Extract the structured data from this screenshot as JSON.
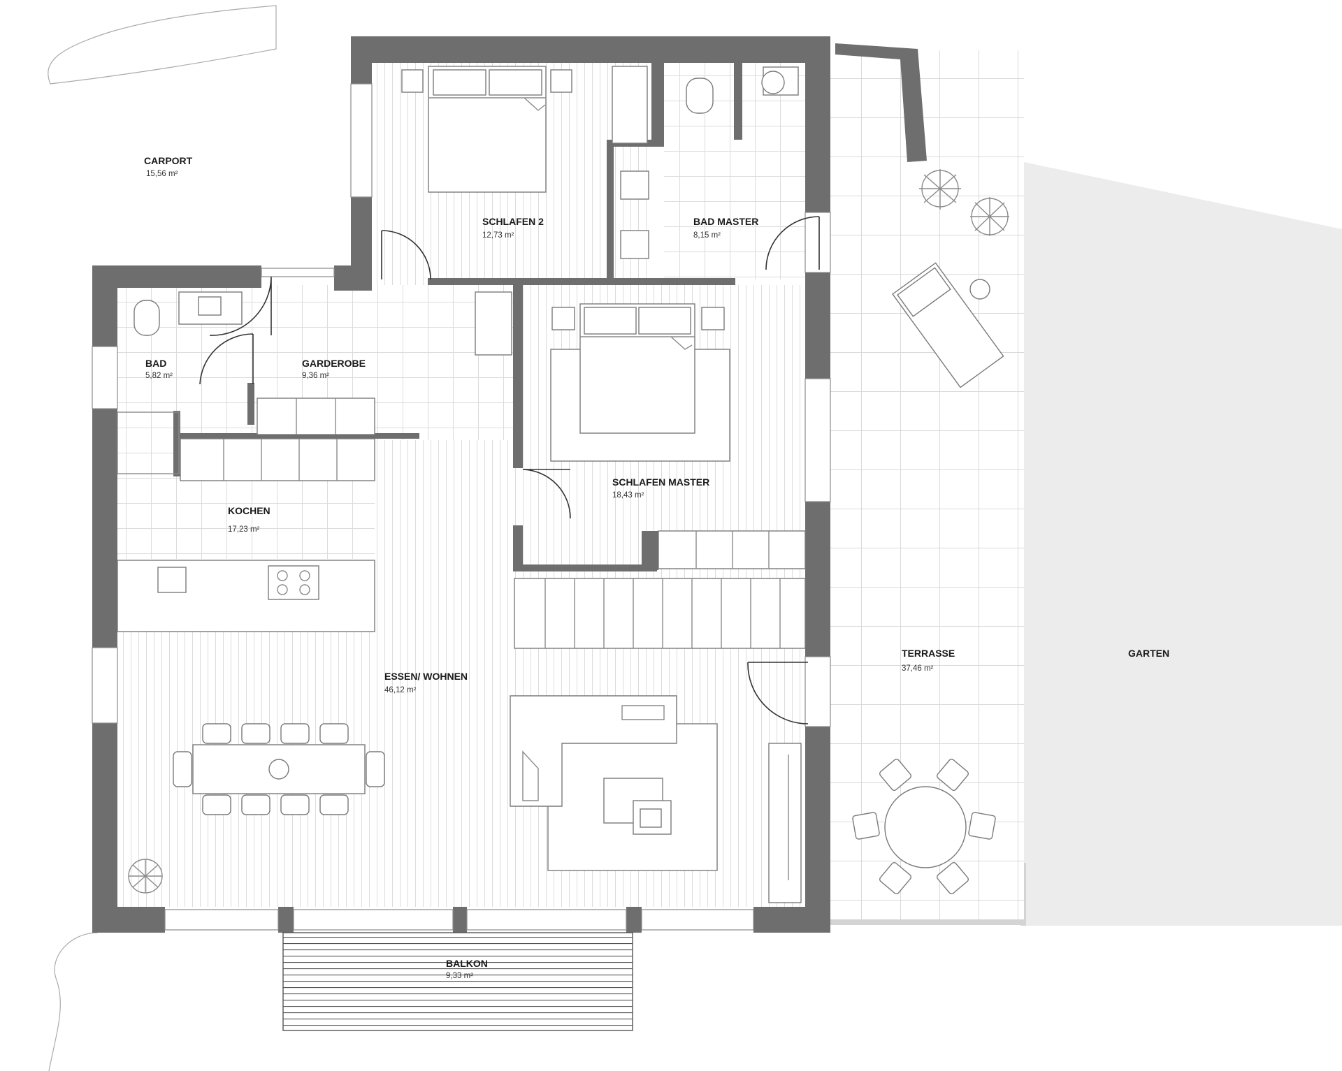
{
  "plan": {
    "rooms": [
      {
        "id": "carport",
        "name": "CARPORT",
        "area": "15,56 m²"
      },
      {
        "id": "schlafen2",
        "name": "SCHLAFEN 2",
        "area": "12,73 m²"
      },
      {
        "id": "badmaster",
        "name": "BAD MASTER",
        "area": "8,15 m²"
      },
      {
        "id": "bad",
        "name": "BAD",
        "area": "5,82 m²"
      },
      {
        "id": "garderobe",
        "name": "GARDEROBE",
        "area": "9,36 m²"
      },
      {
        "id": "schlafenmaster",
        "name": "SCHLAFEN MASTER",
        "area": "18,43 m²"
      },
      {
        "id": "kochen",
        "name": "KOCHEN",
        "area": "17,23 m²"
      },
      {
        "id": "essenwohnen",
        "name": "ESSEN/ WOHNEN",
        "area": "46,12 m²"
      },
      {
        "id": "terrasse",
        "name": "TERRASSE",
        "area": "37,46 m²"
      },
      {
        "id": "garten",
        "name": "GARTEN",
        "area": ""
      },
      {
        "id": "balkon",
        "name": "BALKON",
        "area": "9,33 m²"
      }
    ],
    "colors": {
      "wall": "#6e6e6e",
      "garden": "#ececec",
      "terrace_tile": "#dcdcdc",
      "floor_plank": "#dddddd"
    }
  }
}
